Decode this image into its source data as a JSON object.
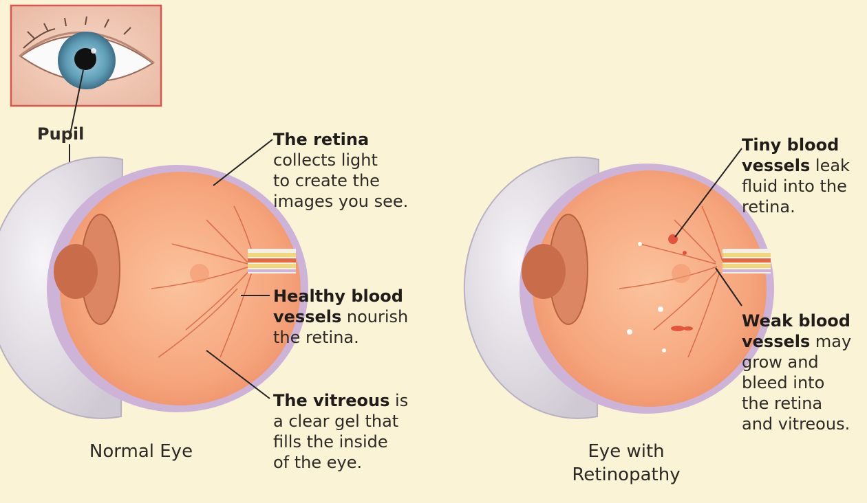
{
  "colors": {
    "background": "#fbf3d6",
    "retina": "#f6a57c",
    "sclera": "#ece8ee",
    "iris": "#7fb4c9",
    "lens": "#d77a55",
    "choroid": "#cdb3d8",
    "inset_border": "#d9534f"
  },
  "inset": {
    "pupil_label": "Pupil"
  },
  "normal_eye": {
    "caption": "Normal Eye",
    "labels": {
      "retina": {
        "bold": "The retina",
        "text": "collects light\nto create the\nimages you see."
      },
      "vessels": {
        "bold": "Healthy blood\nvessels",
        "text": " nourish\nthe retina."
      },
      "vitreous": {
        "bold": "The vitreous",
        "text": " is\na clear gel that\nfills the inside\nof the eye."
      }
    }
  },
  "retinopathy_eye": {
    "caption": "Eye with\nRetinopathy",
    "labels": {
      "tiny": {
        "bold": "Tiny blood\nvessels",
        "text": " leak\nfluid into the\nretina."
      },
      "weak": {
        "bold": "Weak blood\nvessels",
        "text": " may\ngrow and\nbleed into\nthe retina\nand vitreous."
      }
    }
  }
}
